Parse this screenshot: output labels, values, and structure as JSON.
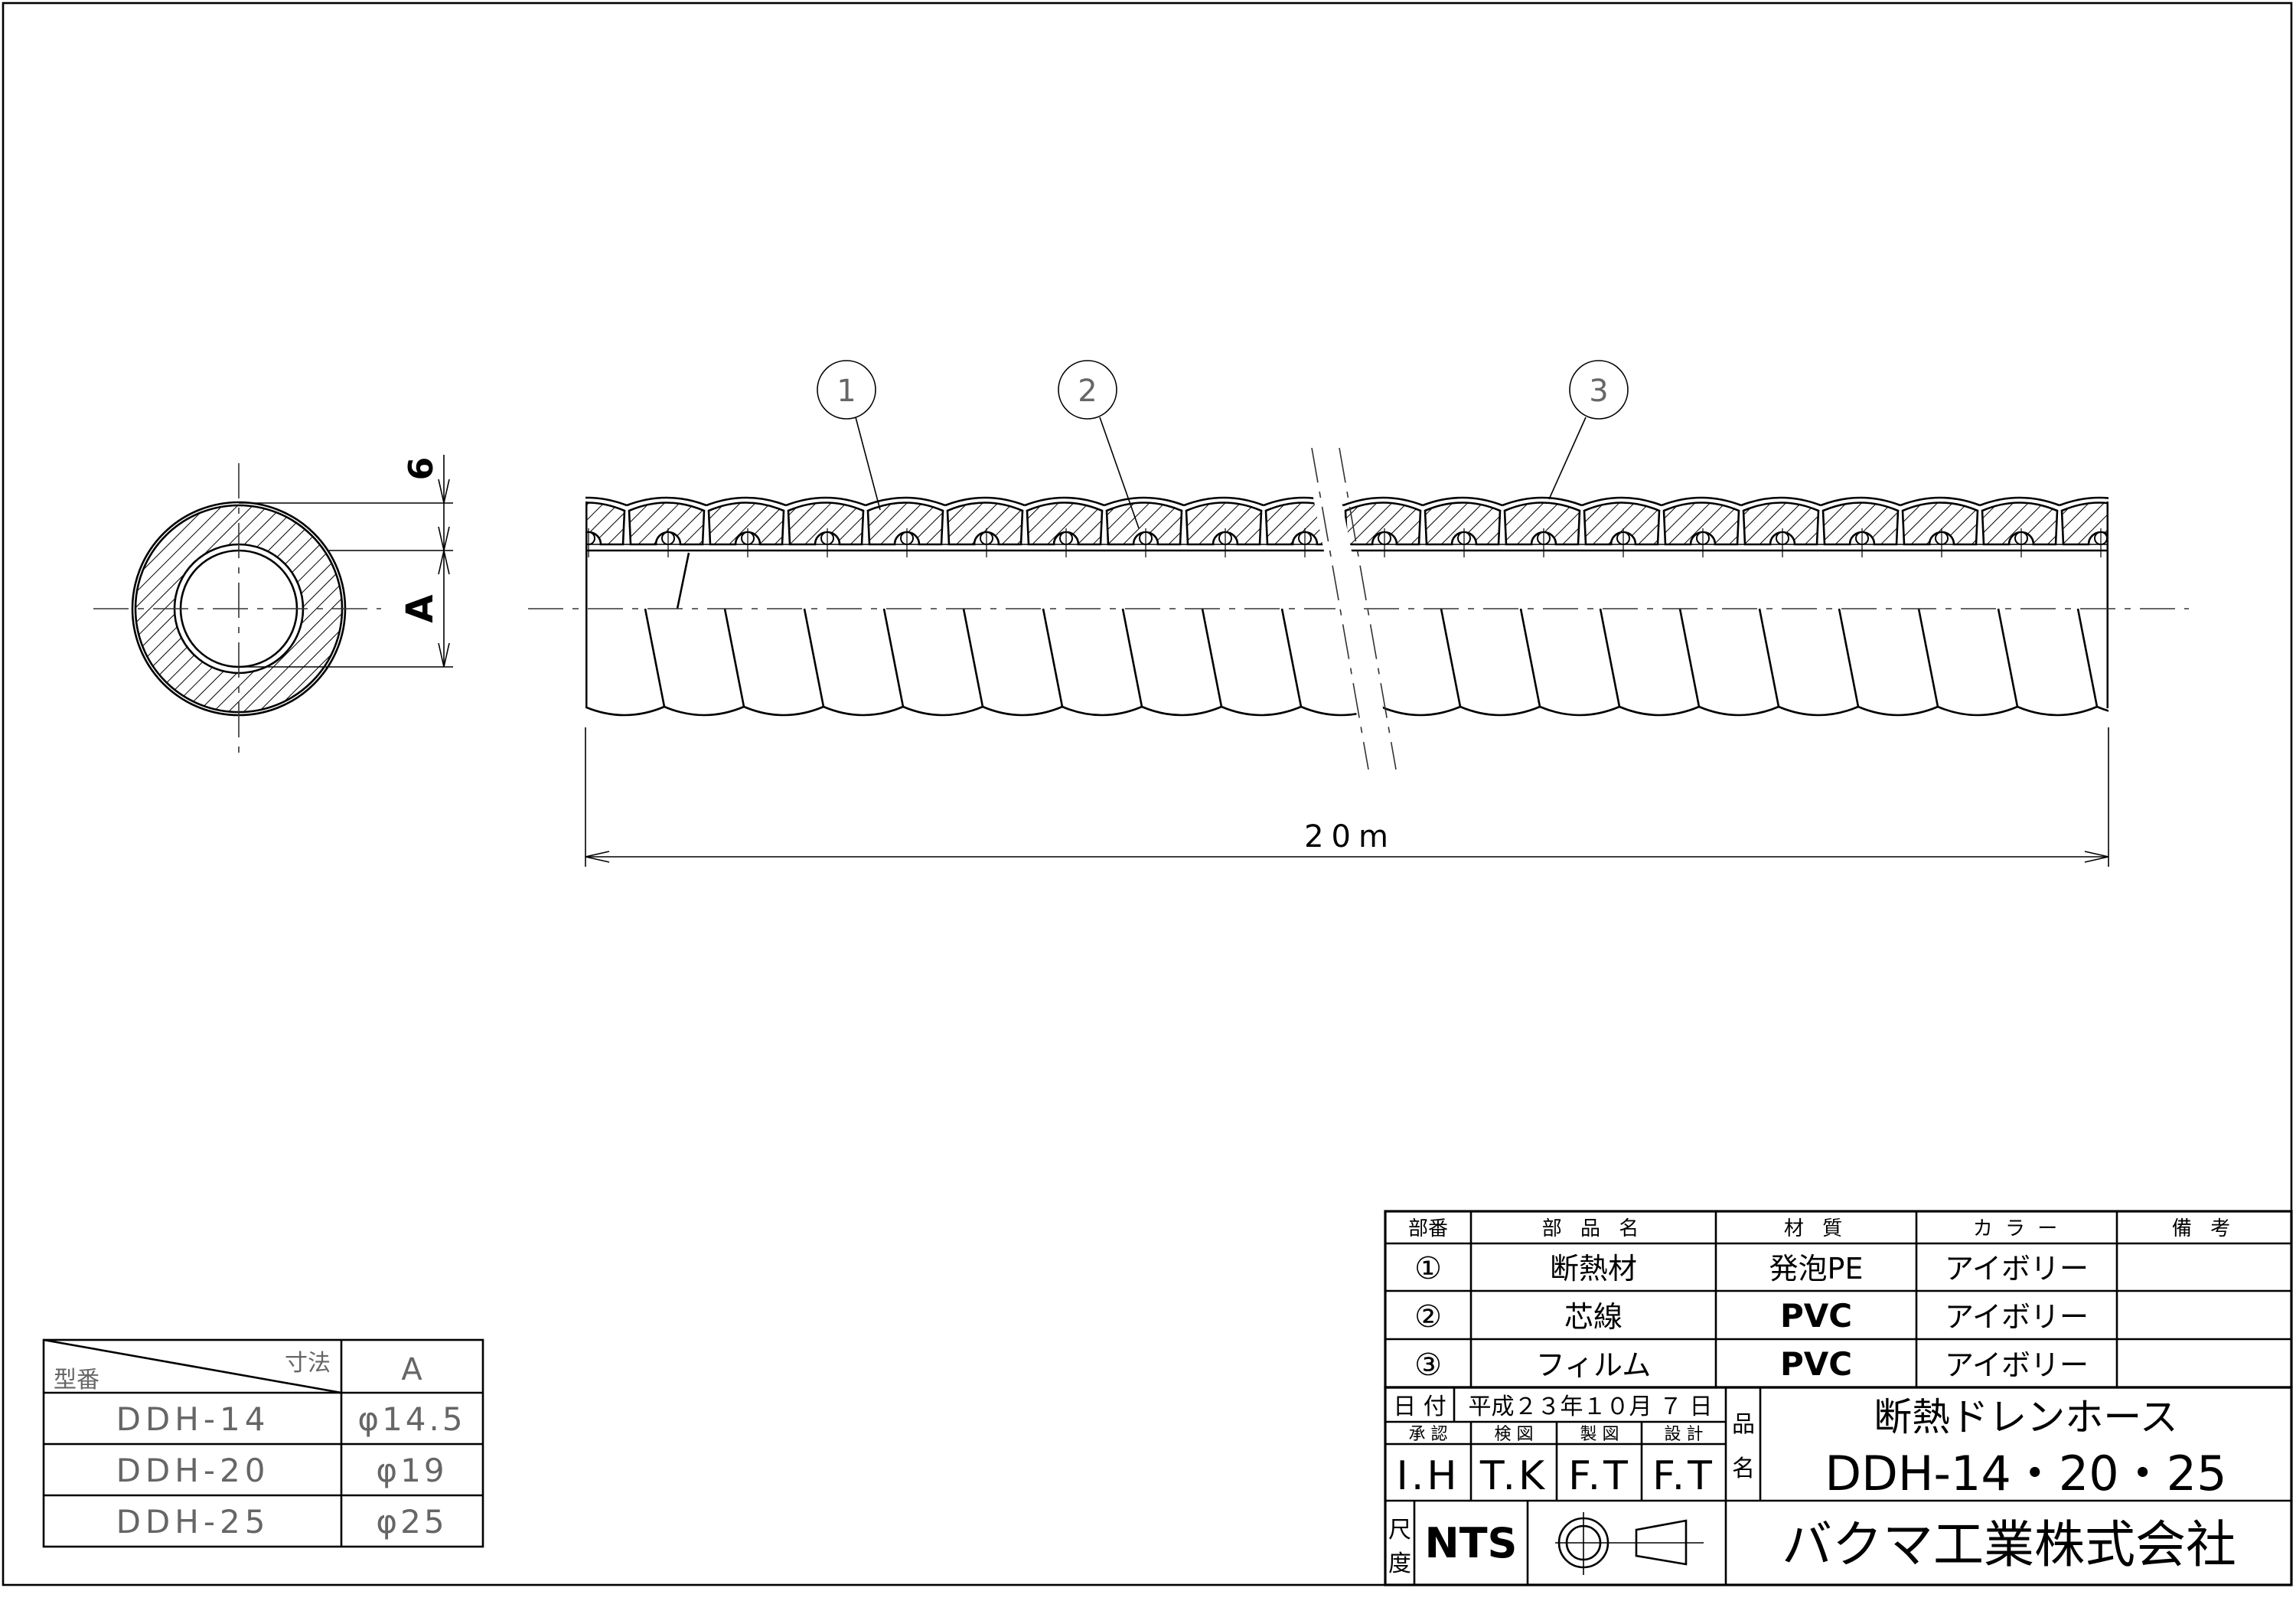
{
  "drawing": {
    "balloons": [
      "1",
      "2",
      "3"
    ],
    "dim_length": "20m",
    "dim_thickness": "6",
    "dim_diameter": "A"
  },
  "size_table": {
    "header_model": "型番",
    "header_dimension": "寸法",
    "header_col": "A",
    "rows": [
      {
        "model": "DDH-14",
        "a": "φ14.5"
      },
      {
        "model": "DDH-20",
        "a": "φ19"
      },
      {
        "model": "DDH-25",
        "a": "φ25"
      }
    ]
  },
  "parts_table": {
    "headers": [
      "部番",
      "部 品 名",
      "材 質",
      "カ ラ ー",
      "備 考"
    ],
    "rows": [
      {
        "no": "①",
        "name": "断熱材",
        "material": "発泡PE",
        "color": "アイボリー",
        "note": ""
      },
      {
        "no": "②",
        "name": "芯線",
        "material": "PVC",
        "color": "アイボリー",
        "note": ""
      },
      {
        "no": "③",
        "name": "フィルム",
        "material": "PVC",
        "color": "アイボリー",
        "note": ""
      }
    ]
  },
  "title_block": {
    "date_label": "日 付",
    "date": "平成２３年１０月 ７ 日",
    "roles": [
      "承 認",
      "検 図",
      "製 図",
      "設 計"
    ],
    "signatures": [
      "I.H",
      "T.K",
      "F.T",
      "F.T"
    ],
    "product_label_1": "品",
    "product_label_2": "名",
    "product_name": "断熱ドレンホース",
    "model": "DDH-14・20・25",
    "scale_label_1": "尺",
    "scale_label_2": "度",
    "scale": "NTS",
    "projection_symbol": "third-angle-projection-icon",
    "company": "バクマ工業株式会社"
  }
}
